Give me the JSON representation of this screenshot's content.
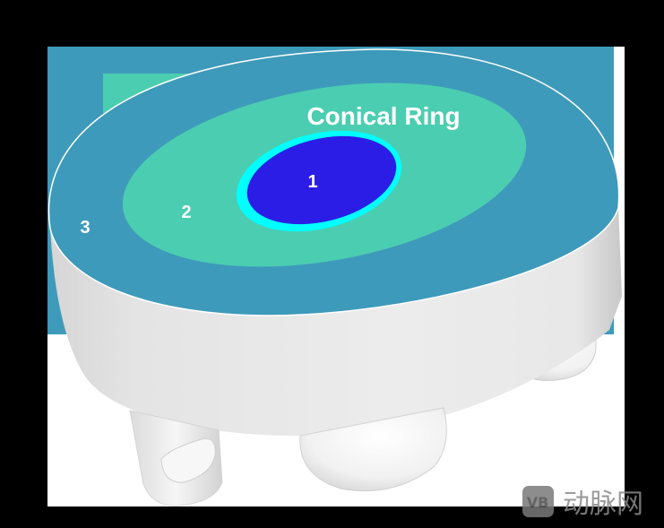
{
  "figure": {
    "title_label": "Conical Ring",
    "zones": [
      {
        "id": "1",
        "label": "1",
        "color": "#2b1de6"
      },
      {
        "id": "2",
        "label": "2",
        "color": "#4bcdb1"
      },
      {
        "id": "3",
        "label": "3",
        "color": "#3e9aba"
      }
    ],
    "ring_color": "#00ffff",
    "body_color": "#e6e6e6",
    "background_color": "#000000"
  },
  "watermark": {
    "logo_text": "VB",
    "text": "动脉网"
  }
}
